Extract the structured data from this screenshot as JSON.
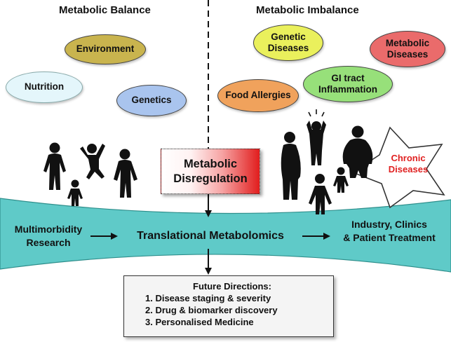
{
  "headings": {
    "balance": "Metabolic Balance",
    "imbalance": "Metabolic Imbalance"
  },
  "balance_factors": [
    {
      "label": "Environment",
      "color": "#c9b44e"
    },
    {
      "label": "Nutrition",
      "color": "#e4f6fb"
    },
    {
      "label": "Genetics",
      "color": "#a9c4ee"
    }
  ],
  "imbalance_factors": [
    {
      "lines": [
        "Genetic",
        "Diseases"
      ],
      "color": "#eaf05c"
    },
    {
      "lines": [
        "Metabolic",
        "Diseases"
      ],
      "color": "#ea6b6b"
    },
    {
      "lines": [
        "GI tract",
        "Inflammation"
      ],
      "color": "#97e07a"
    },
    {
      "lines": [
        "Food Allergies"
      ],
      "color": "#f0a25c"
    }
  ],
  "center": {
    "line1": "Metabolic",
    "line2": "Disregulation"
  },
  "chronic": {
    "line1": "Chronic",
    "line2": "Diseases",
    "color": "#e02020"
  },
  "band": {
    "color": "#5fcac8",
    "left_line1": "Multimorbidity",
    "left_line2": "Research",
    "center": "Translational Metabolomics",
    "right_line1": "Industry, Clinics",
    "right_line2": "& Patient Treatment"
  },
  "future": {
    "title": "Future Directions:",
    "items": [
      "1. Disease staging & severity",
      "2. Drug & biomarker discovery",
      "3. Personalised Medicine"
    ]
  },
  "icons": {
    "balance_people": [
      "adult-person-icon",
      "jumping-person-icon",
      "child-person-icon",
      "adult-person-icon"
    ],
    "imbalance_people": [
      "obese-person-icon",
      "distressed-person-icon",
      "obese-person-icon",
      "thin-person-icon",
      "child-person-icon"
    ]
  }
}
